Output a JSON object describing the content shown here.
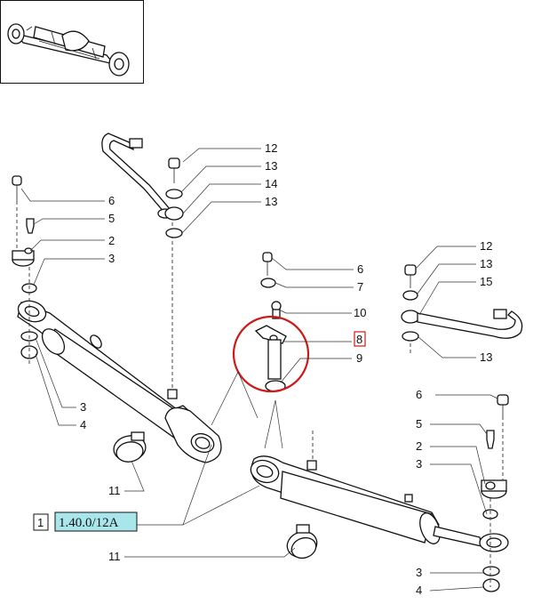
{
  "callouts": {
    "c6a": "6",
    "c5a": "5",
    "c2a": "2",
    "c3a": "3",
    "c3b": "3",
    "c4a": "4",
    "c11a": "11",
    "c11b": "11",
    "c12a": "12",
    "c13a": "13",
    "c14a": "14",
    "c13b": "13",
    "c6b": "6",
    "c7": "7",
    "c10": "10",
    "c8": "8",
    "c9": "9",
    "c12b": "12",
    "c13c": "13",
    "c15": "15",
    "c13d": "13",
    "c6c": "6",
    "c5b": "5",
    "c2b": "2",
    "c3c": "3",
    "c3d": "3",
    "c4b": "4"
  },
  "reference": {
    "index": "1",
    "code": "1.40.0/12A"
  },
  "colors": {
    "highlight": "#cc1a1a",
    "reference_fill": "#a8e6ec",
    "line": "#111111"
  }
}
